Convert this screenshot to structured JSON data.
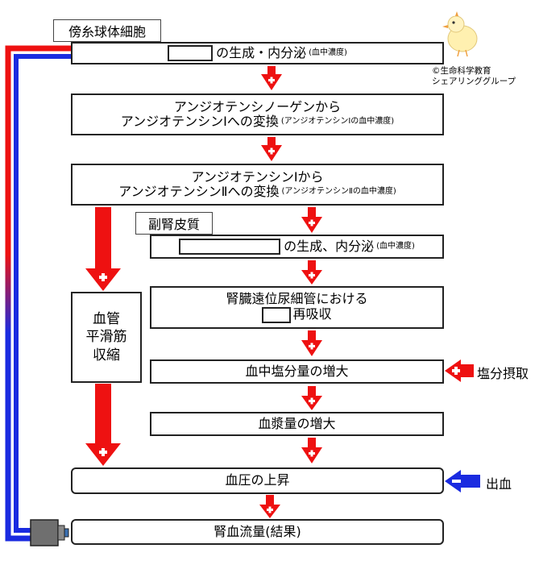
{
  "labels": {
    "juxtaglomerular": "傍糸球体細胞",
    "adrenal_cortex": "副腎皮質"
  },
  "boxes": {
    "renin": {
      "text": "の生成・内分泌",
      "note": "(血中濃度)"
    },
    "ang1_line1": "アンジオテンシノーゲンから",
    "ang1_line2": "アンジオテンシンⅠへの変換",
    "ang1_note": "(アンジオテンシンⅠの血中濃度)",
    "ang2_line1": "アンジオテンシンⅠから",
    "ang2_line2": "アンジオテンシンⅡへの変換",
    "ang2_note": "(アンジオテンシンⅡの血中濃度)",
    "aldo": {
      "text": "の生成、内分泌",
      "note": "(血中濃度)"
    },
    "reabs_line1": "腎臓遠位尿細管における",
    "reabs_line2": "再吸収",
    "vessel_line1": "血管",
    "vessel_line2": "平滑筋",
    "vessel_line3": "収縮",
    "salt_blood": "血中塩分量の増大",
    "plasma": "血漿量の増大",
    "bp": "血圧の上昇",
    "renal_flow": "腎血流量(結果)"
  },
  "side_inputs": {
    "salt_intake": "塩分摂取",
    "bleeding": "出血"
  },
  "credit": {
    "line1": "©生命科学教育",
    "line2": "シェアリンググループ"
  },
  "colors": {
    "increase_arrow": "#ee1111",
    "decrease_arrow": "#1a2be0",
    "feedback_top": "#ee1111",
    "feedback_bottom": "#1a2be0"
  },
  "icons": {
    "plus_sign": "plus-icon",
    "minus_sign": "minus-icon",
    "sensor": "sensor-icon",
    "mascot": "chick-mascot-icon"
  }
}
